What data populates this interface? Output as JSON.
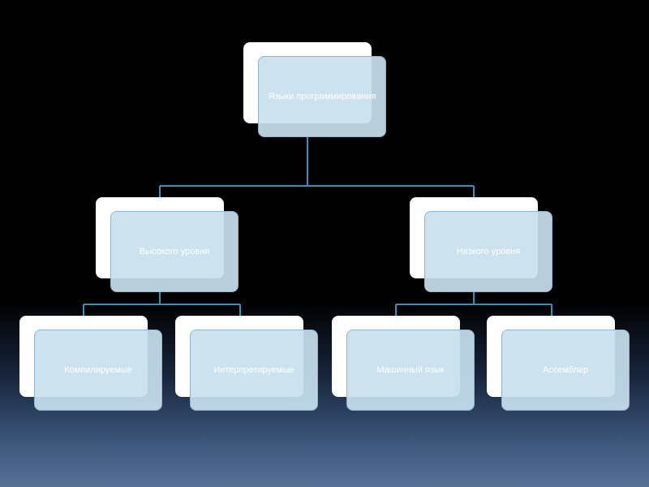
{
  "diagram": {
    "root": {
      "label": "Языки программирования"
    },
    "level1": [
      {
        "label": "Высокого уровня"
      },
      {
        "label": "Низкого уровня"
      }
    ],
    "level2": [
      {
        "label": "Компилируемые"
      },
      {
        "label": "Интерпретируемые"
      },
      {
        "label": "Машинный язык"
      },
      {
        "label": "Ассемблер"
      }
    ]
  },
  "colors": {
    "background_top": "#000000",
    "background_bottom": "#5a7196",
    "box_fill": "#c8e1ee",
    "box_border": "#8fb4cc",
    "connector": "#3b8fb8",
    "label_text": "#ffffff"
  }
}
